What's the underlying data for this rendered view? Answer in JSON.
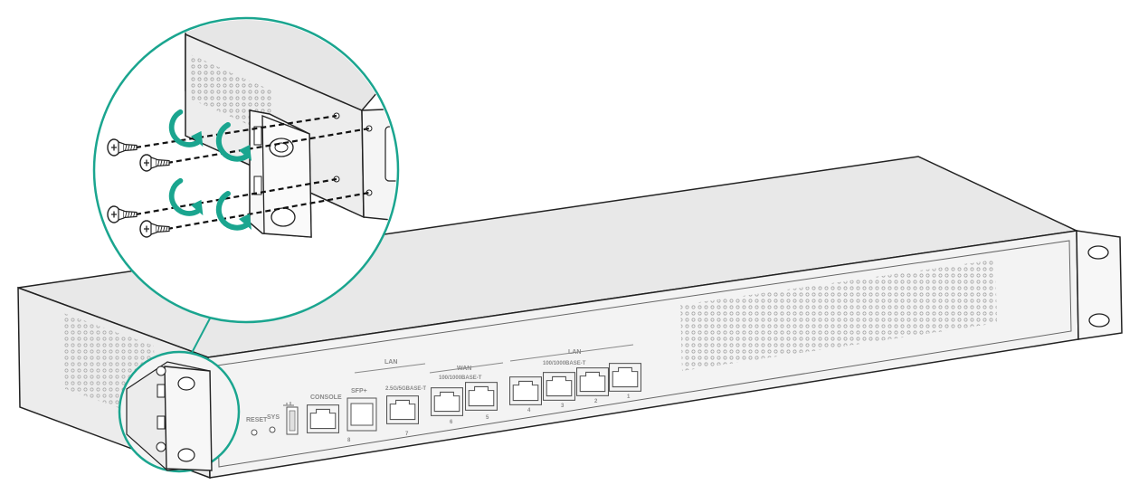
{
  "colors": {
    "accent": "#1aa58f",
    "chassis_top": "#e6e6e6",
    "chassis_front": "#f2f2f2",
    "outline": "#222222",
    "label_gray": "#8a8a8a"
  },
  "labels": {
    "reset": "RESET",
    "sys": "SYS",
    "console": "CONSOLE",
    "sfp": "SFP+",
    "lan_small": "LAN",
    "port_2500": "2.5G/5GBASE-T",
    "wan": "WAN",
    "wan_speed": "100/1000BASE-T",
    "lan_big": "LAN",
    "lan_speed": "100/1000BASE-T",
    "n8": "8",
    "n7": "7",
    "n6": "6",
    "n5": "5",
    "n4": "4",
    "n3": "3",
    "n2": "2",
    "n1": "1"
  },
  "icons": {
    "usb": "usb-icon",
    "rotate": "clockwise-arrow-icon",
    "screw": "screw-icon"
  }
}
